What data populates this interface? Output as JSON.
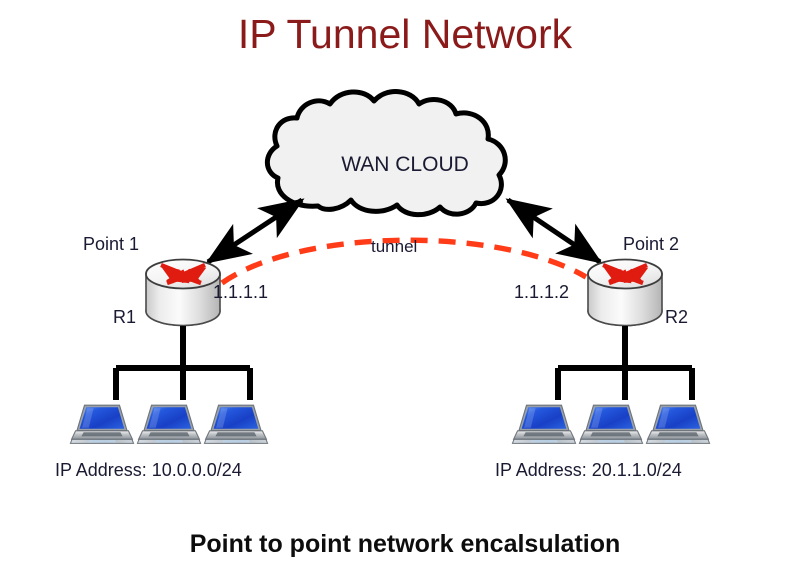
{
  "title": "IP Tunnel Network",
  "caption": "Point to point network encalsulation",
  "cloud": {
    "label": "WAN CLOUD"
  },
  "tunnel": {
    "label": "tunnel"
  },
  "sites": {
    "left": {
      "point_label": "Point 1",
      "router_label": "R1",
      "ip_label": "1.1.1.1",
      "subnet_label": "IP Address: 10.0.0.0/24",
      "host_count": 3
    },
    "right": {
      "point_label": "Point 2",
      "router_label": "R2",
      "ip_label": "1.1.1.2",
      "subnet_label": "IP Address: 20.1.1.0/24",
      "host_count": 3
    }
  },
  "colors": {
    "title": "#8B1A1A",
    "text": "#1a1a33",
    "tunnel": "#FF3B18",
    "line": "#000000",
    "cloud_fill": "#F1F1F1",
    "router_arrow": "#E01B10",
    "laptop_screen": "#1D4FD8"
  }
}
